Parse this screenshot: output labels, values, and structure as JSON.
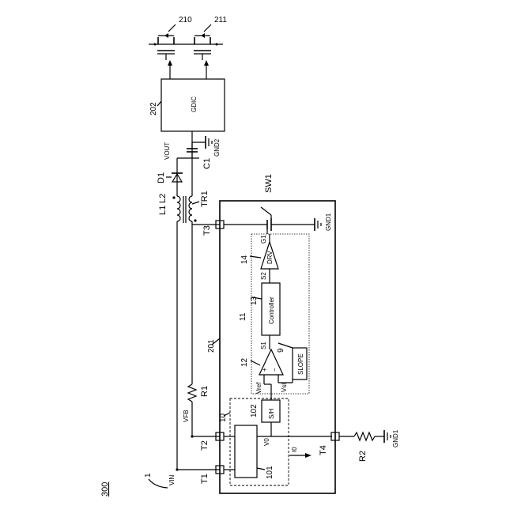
{
  "labels": {
    "fig_ref": "300",
    "fig_arrow_ref": "1",
    "mosfet_a": "210",
    "mosfet_b": "211",
    "gdic_ref": "202",
    "gdic_name": "GDIC",
    "vout": "VOUT",
    "c1": "C1",
    "gnd2": "GND2",
    "d1": "D1",
    "l1": "L1",
    "l2": "L2",
    "tr1": "TR1",
    "sw1": "SW1",
    "gnd1_top": "GND1",
    "t3": "T3",
    "g1": "G1",
    "drv_ref": "14",
    "drv_name": "DRV",
    "s2": "S2",
    "ctrl_ref": "13",
    "ctrl_name": "Controller",
    "ic_ref_11": "11",
    "ic_ref_201": "201",
    "s1": "S1",
    "slope_ref": "9",
    "comp_ref": "12",
    "plus": "+",
    "minus": "−",
    "slope_name": "SLOPE",
    "vref": "Vref",
    "vsl": "Vsl",
    "vfb": "VFB",
    "r1": "R1",
    "sh_ref": "102",
    "sh_name": "S/H",
    "block10": "10",
    "t2": "T2",
    "v0": "V0",
    "i0": "I0",
    "t4": "T4",
    "r2": "R2",
    "gnd1_bottom": "GND1",
    "vin": "VIN",
    "t1": "T1",
    "block101": "101"
  }
}
